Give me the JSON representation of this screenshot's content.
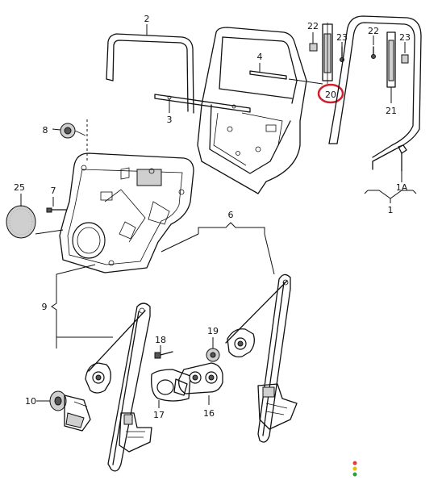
{
  "callouts": {
    "c1": "1",
    "c1a": "1A",
    "c2": "2",
    "c3": "3",
    "c4": "4",
    "c6": "6",
    "c7": "7",
    "c8": "8",
    "c9": "9",
    "c10": "10",
    "c16": "16",
    "c17": "17",
    "c18": "18",
    "c19": "19",
    "c20": "20",
    "c21": "21",
    "c22a": "22",
    "c22b": "22",
    "c23a": "23",
    "c23b": "23",
    "c25": "25"
  },
  "highlight": {
    "color": "#d01f2a"
  },
  "status_dots": {
    "colors": [
      "#e53935",
      "#f2b705",
      "#2e9e3e"
    ]
  }
}
